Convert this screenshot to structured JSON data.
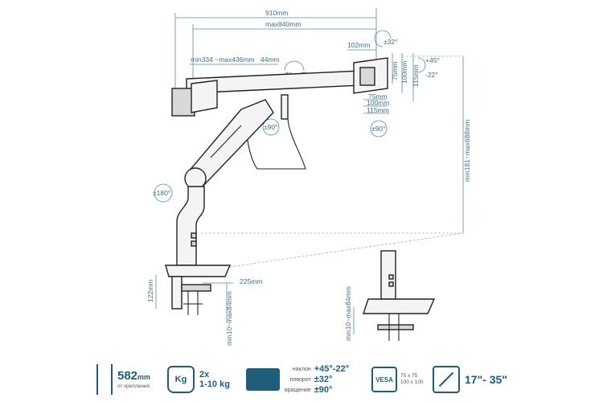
{
  "dimensions": {
    "total_width": "910mm",
    "max_width": "max840mm",
    "spacing": "min334 ~max436mm",
    "gap": "44mm",
    "side": "102mm",
    "vesa_75": "75mm",
    "vesa_100": "100mm",
    "vesa_115": "115mm",
    "height_range": "min181~max688mm",
    "clamp_height": "122mm",
    "clamp_depth": "225mm",
    "desk_range_1": "min10~max84mm",
    "desk_range_2": "min10~max84mm"
  },
  "angles": {
    "tilt_pos": "+45°",
    "tilt_neg": "-22°",
    "swivel_32": "±32°",
    "rotate_90_a": "±90°",
    "rotate_90_b": "±90°",
    "rotate_180": "±180°",
    "plus5": "+5°",
    "minus5": "-5°"
  },
  "specs": {
    "height_value": "582",
    "height_unit": "mm",
    "height_note": "от крепления",
    "weight_icon_text": "Kg",
    "weight_count": "2x",
    "weight_range": "1-10 kg",
    "tilt_label": "наклон",
    "tilt_value": "+45°-22°",
    "swivel_label": "поворот",
    "swivel_value": "±32°",
    "rotate_label": "вращение",
    "rotate_value": "±90°",
    "vesa_label": "VESA",
    "vesa_1": "75 x 75",
    "vesa_2": "100 x 100",
    "screen_range": "17\"- 35\""
  },
  "colors": {
    "accent": "#1f5d78",
    "dim_line": "#5a8aa0"
  }
}
